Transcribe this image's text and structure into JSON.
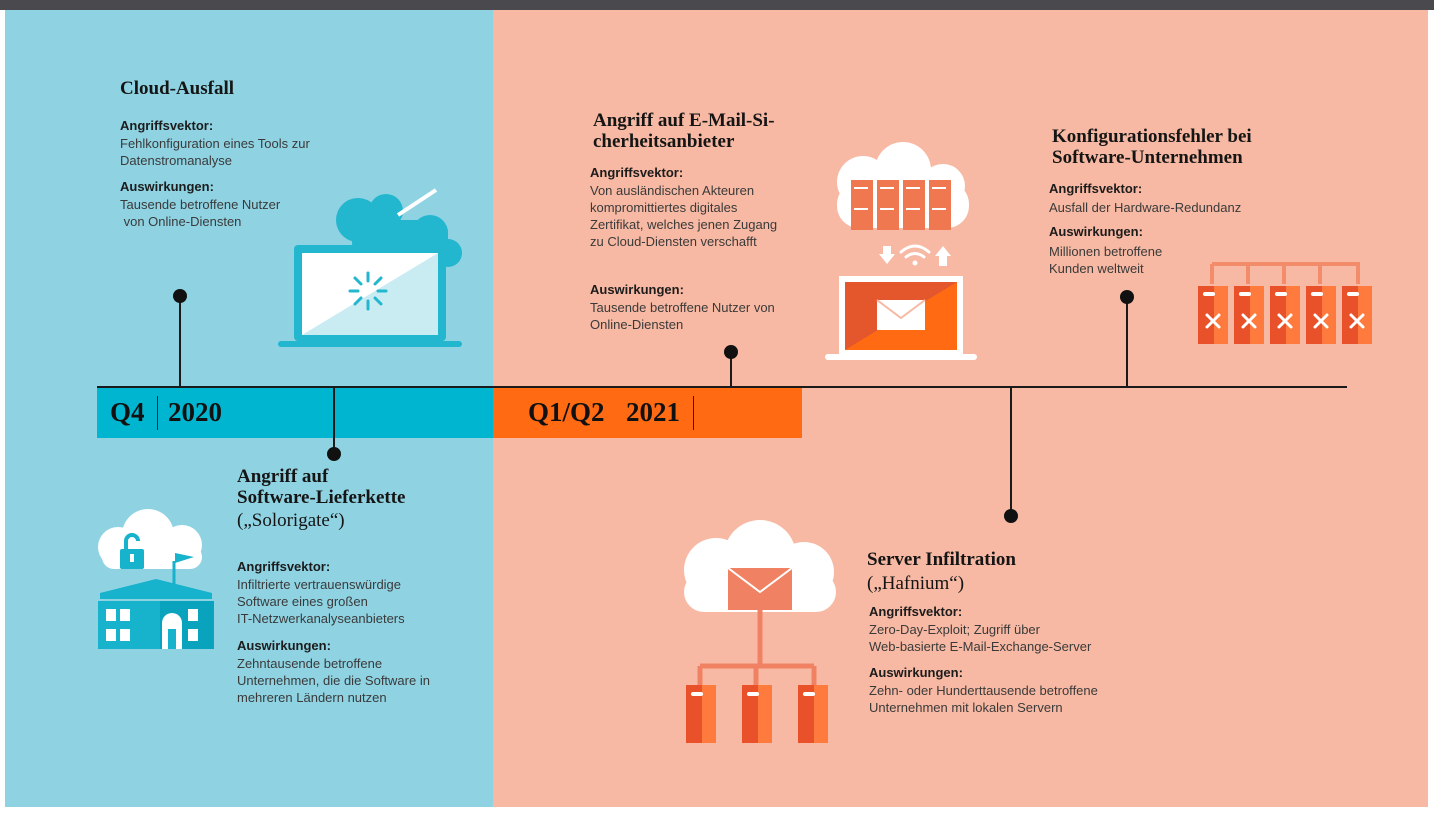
{
  "colors": {
    "q4_band": "#00b5cf",
    "q1_band": "#ff6a13",
    "left_bg": "#8fd3e3",
    "right_bg": "#f7b9a3",
    "top_bar": "#4a4a4e"
  },
  "periods": {
    "q4": {
      "quarter": "Q4",
      "year": "2020"
    },
    "q1": {
      "quarter": "Q1/Q2",
      "year": "2021"
    }
  },
  "events": {
    "cloud": {
      "title": "Cloud-Ausfall",
      "vector_label": "Angriffsvektor:",
      "vector_lines": [
        "Fehlkonfiguration eines Tools zur",
        "Datenstromanalyse"
      ],
      "impact_label": "Auswirkungen:",
      "impact_lines": [
        "Tausende betroffene Nutzer",
        " von Online-Diensten"
      ],
      "icon": "laptop-cloud-loading-icon"
    },
    "email": {
      "title_lines": [
        "Angriff auf E-Mail-Si-",
        "cherheitsanbieter"
      ],
      "vector_label": "Angriffsvektor:",
      "vector_lines": [
        "Von ausländischen Akteuren",
        "kompromittiertes digitales",
        "Zertifikat, welches jenen Zugang",
        "zu Cloud-Diensten verschafft"
      ],
      "impact_label": "Auswirkungen:",
      "impact_lines": [
        "Tausende betroffene Nutzer von",
        "Online-Diensten"
      ],
      "icon": "cloud-servers-laptop-mail-icon"
    },
    "config": {
      "title_lines": [
        "Konfigurationsfehler bei",
        "Software-Unternehmen"
      ],
      "vector_label": "Angriffsvektor:",
      "vector_lines": [
        "Ausfall der Hardware-Redundanz"
      ],
      "impact_label": "Auswirkungen:",
      "impact_lines": [
        "Millionen betroffene",
        "Kunden weltweit"
      ],
      "icon": "failed-servers-icon"
    },
    "supply": {
      "title_lines": [
        "Angriff auf",
        "Software-Lieferkette"
      ],
      "subtitle": "(„Solorigate“)",
      "vector_label": "Angriffsvektor:",
      "vector_lines": [
        "Infiltrierte vertrauenswürdige",
        "Software eines großen",
        "IT-Netzwerkanalyseanbieters"
      ],
      "impact_label": "Auswirkungen:",
      "impact_lines": [
        "Zehntausende betroffene",
        "Unternehmen, die die Software in",
        "mehreren Ländern nutzen"
      ],
      "icon": "cloud-lock-building-icon"
    },
    "server": {
      "title": "Server Infiltration",
      "subtitle": "(„Hafnium“)",
      "vector_label": "Angriffsvektor:",
      "vector_lines": [
        "Zero-Day-Exploit; Zugriff über",
        "Web-basierte E-Mail-Exchange-Server"
      ],
      "impact_label": "Auswirkungen:",
      "impact_lines": [
        "Zehn- oder Hunderttausende betroffene",
        "Unternehmen mit lokalen Servern"
      ],
      "icon": "cloud-mail-server-network-icon"
    }
  }
}
